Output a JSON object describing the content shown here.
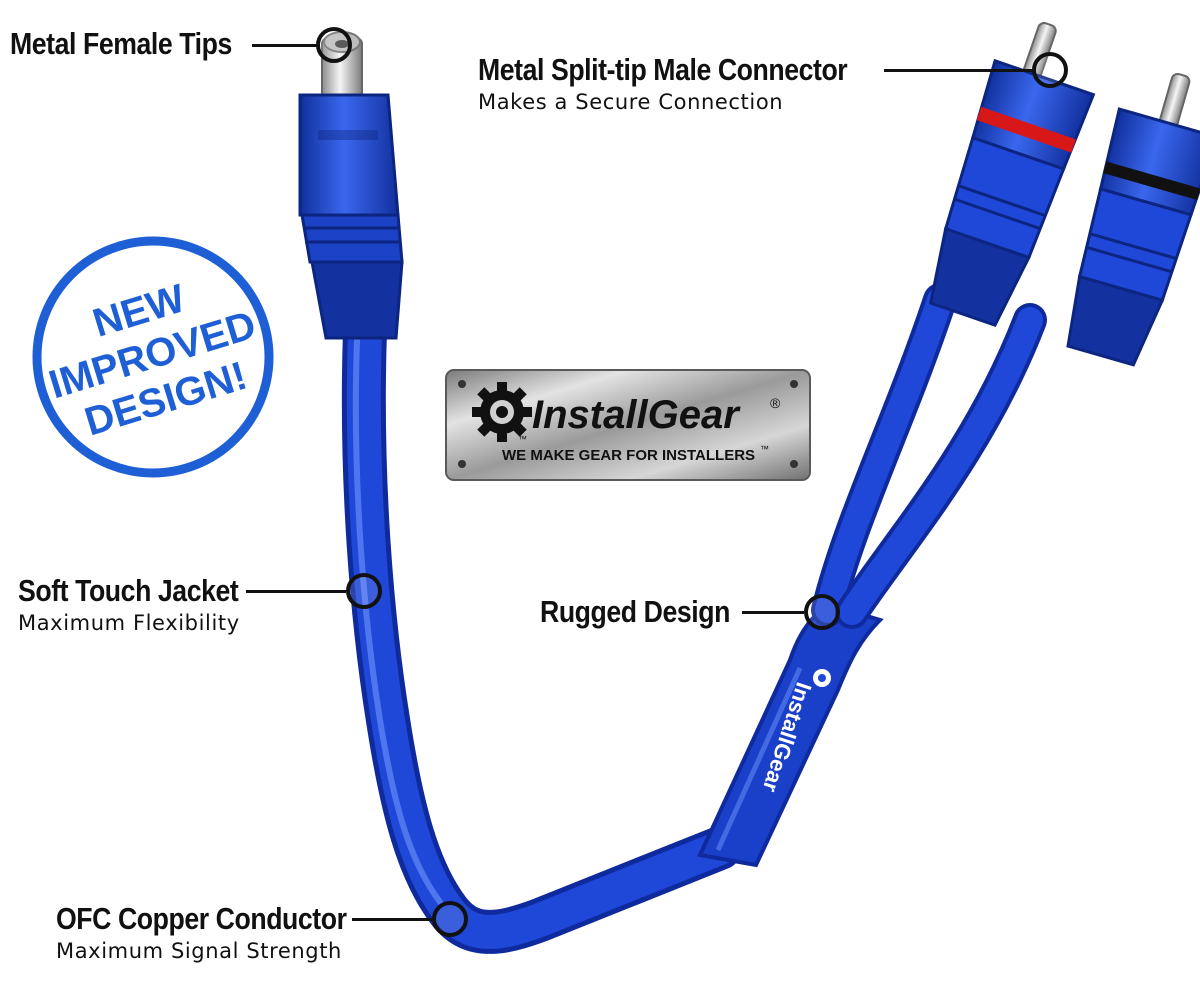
{
  "colors": {
    "cable": "#1f48d8",
    "cable_dark": "#0e2a9c",
    "cable_light": "#5e86ff",
    "badge_ring": "#1f5fd6",
    "red_band": "#d81818"
  },
  "badge": {
    "line1": "NEW",
    "line2": "IMPROVED",
    "line3": "DESIGN!"
  },
  "brand_plate": {
    "icon": "gear-icon",
    "name": "InstallGear",
    "reg": "®",
    "tm": "™",
    "tagline": "WE MAKE GEAR FOR INSTALLERS",
    "tagline_tm": "™"
  },
  "cable_print": {
    "text": "InstallGear",
    "icon": "gear-icon"
  },
  "callouts": {
    "metal_female_tips": {
      "title": "Metal Female Tips"
    },
    "metal_split_tip": {
      "title": "Metal Split-tip Male Connector",
      "subtitle": "Makes a Secure Connection"
    },
    "soft_touch": {
      "title": "Soft Touch Jacket",
      "subtitle": "Maximum Flexibility"
    },
    "rugged": {
      "title": "Rugged Design"
    },
    "ofc": {
      "title": "OFC Copper Conductor",
      "subtitle": "Maximum Signal Strength"
    }
  }
}
